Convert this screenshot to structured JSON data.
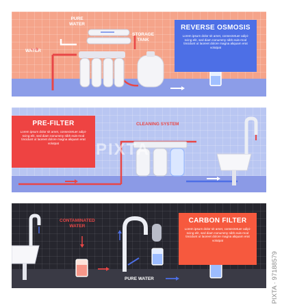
{
  "banners": {
    "reverse_osmosis": {
      "title": "REVERSE OSMOSIS",
      "body": "Lorem ipsum dolor sit amet, consectetuer adipi-scing elit, sed diam nonummy nibh euis-mod tincidunt ut laoreet dolore magna aliquam erat volutpat",
      "labels": {
        "pure_water": "PURE\nWATER",
        "storage_tank": "STORAGE\nTANK",
        "water": "WATER"
      }
    },
    "pre_filter": {
      "title": "PRE-FILTER",
      "body": "Lorem ipsum dolor sit amet, consectetuer adipi-scing elit, sed diam nonummy nibh euis-mod tincidunt ut laoreet dolore magna aliquam erat volutpat",
      "labels": {
        "cleaning_system": "CLEANING SYSTEM"
      }
    },
    "carbon_filter": {
      "title": "CARBON FILTER",
      "body": "Lorem ipsum dolor sit amet, consectetuer adipi-scing elit, sed diam nonummy nibh euis-mod tincidunt ut laoreet dolore magna aliquam erat volutpat",
      "labels": {
        "contaminated_water": "CONTAMINATED\nWATER",
        "pure_water": "PURE WATER"
      }
    }
  },
  "watermark": "PIXTA",
  "stock_id": "PIXTA · 97188579",
  "colors": {
    "salmon": "#f5a48a",
    "periwinkle": "#b9c6f2",
    "charcoal": "#26262e",
    "blue_card": "#4d6fe6",
    "red_card": "#ee4342",
    "pipe_red": "#e84646"
  }
}
